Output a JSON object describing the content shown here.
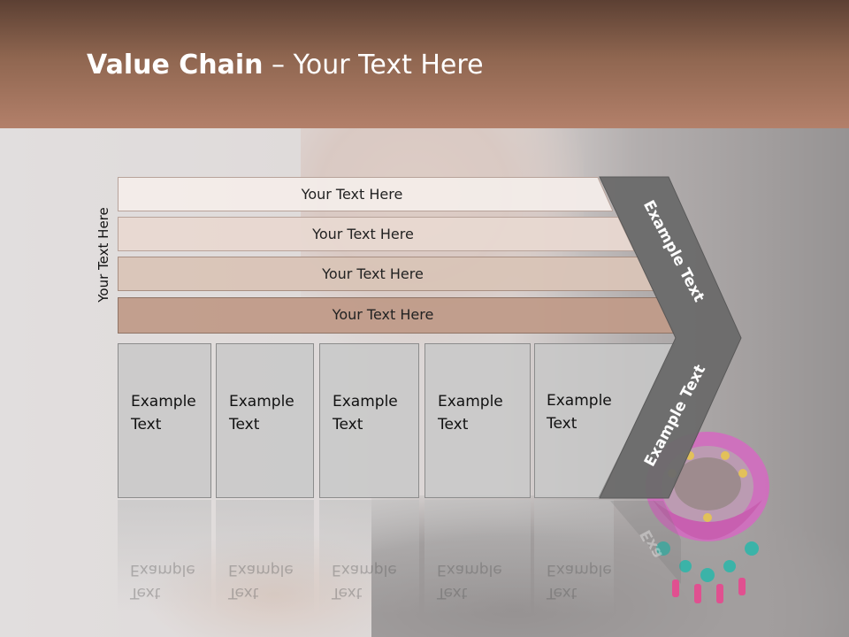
{
  "title": {
    "bold": "Value Chain",
    "rest": " – Your Text Here"
  },
  "vertical_label": "Your Text Here",
  "bars": [
    {
      "label": "Your Text Here"
    },
    {
      "label": "Your Text Here"
    },
    {
      "label": "Your Text Here"
    },
    {
      "label": "Your Text Here"
    }
  ],
  "boxes": [
    {
      "line1": "Example",
      "line2": "Text"
    },
    {
      "line1": "Example",
      "line2": "Text"
    },
    {
      "line1": "Example",
      "line2": "Text"
    },
    {
      "line1": "Example",
      "line2": "Text"
    },
    {
      "line1": "Example",
      "line2": "Text"
    }
  ],
  "chevron": {
    "upper_label": "Example Text",
    "lower_label": "Example Text"
  },
  "reflection": {
    "line1": "Example",
    "line2": "Text",
    "chevron_fragment": "Exa"
  },
  "colors": {
    "header_top": "#5c4033",
    "header_bottom": "#b3806a",
    "chevron": "#6b6b6b"
  }
}
